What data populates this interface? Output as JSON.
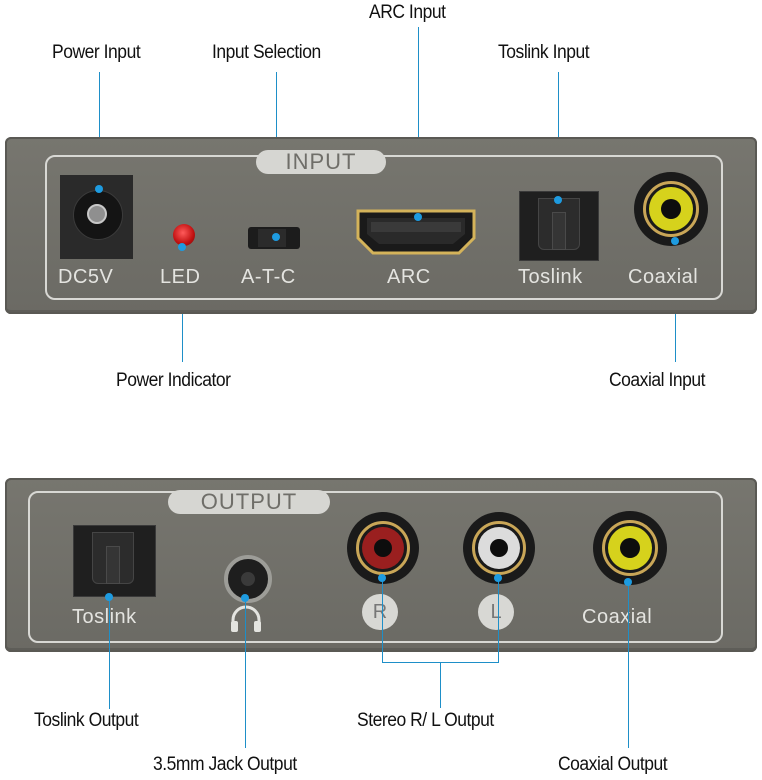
{
  "callouts": {
    "power_input": "Power Input",
    "input_selection": "Input Selection",
    "arc_input": "ARC Input",
    "toslink_input": "Toslink Input",
    "power_indicator": "Power Indicator",
    "coaxial_input": "Coaxial Input",
    "toslink_output": "Toslink Output",
    "jack_output": "3.5mm Jack Output",
    "stereo_output": "Stereo R/ L Output",
    "coaxial_output": "Coaxial Output"
  },
  "input_panel": {
    "title": "INPUT",
    "labels": {
      "dc": "DC5V",
      "led": "LED",
      "switch": "A-T-C",
      "arc": "ARC",
      "toslink": "Toslink",
      "coaxial": "Coaxial"
    }
  },
  "output_panel": {
    "title": "OUTPUT",
    "labels": {
      "toslink": "Toslink",
      "right": "R",
      "left": "L",
      "coaxial": "Coaxial"
    }
  },
  "colors": {
    "callout_line": "#1e8fc8",
    "panel": "#72716b",
    "led": "#d01818",
    "coax_insert": "#d6d21c",
    "right_insert": "#9a1f1f",
    "left_insert": "#dcdcdc",
    "gold": "#c9a657"
  }
}
